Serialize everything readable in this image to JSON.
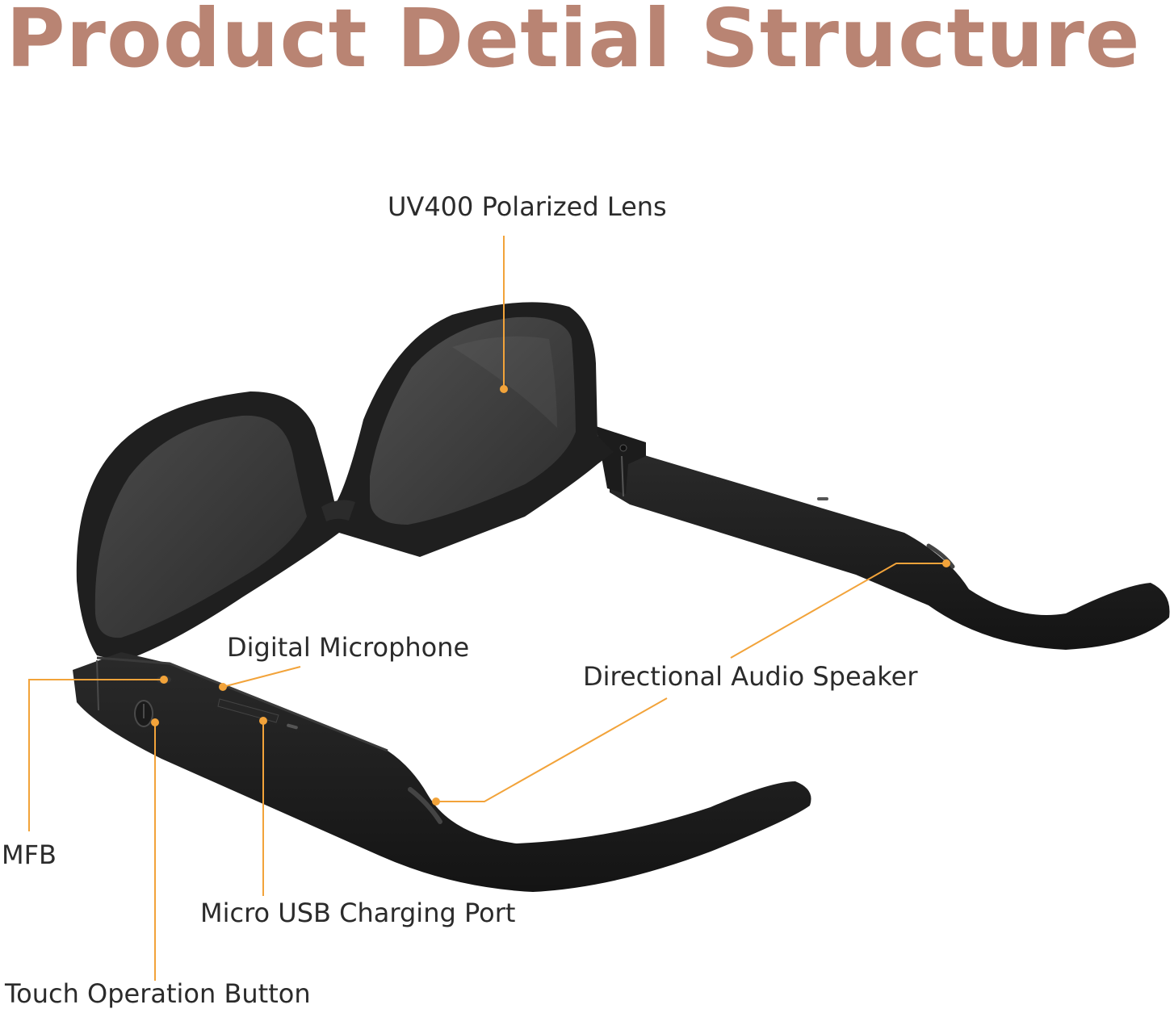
{
  "title": "Product Detial Structure",
  "labels": {
    "lens": "UV400 Polarized Lens",
    "microphone": "Digital Microphone",
    "speaker": "Directional Audio Speaker",
    "mfb": "MFB",
    "usb": "Micro USB Charging Port",
    "touch": "Touch Operation Button"
  },
  "colors": {
    "title": "#B98473",
    "label_text": "#2b2b2b",
    "callout": "#F2A33A",
    "frame": "#1f1f1f",
    "lens": "#3a3a3a"
  }
}
